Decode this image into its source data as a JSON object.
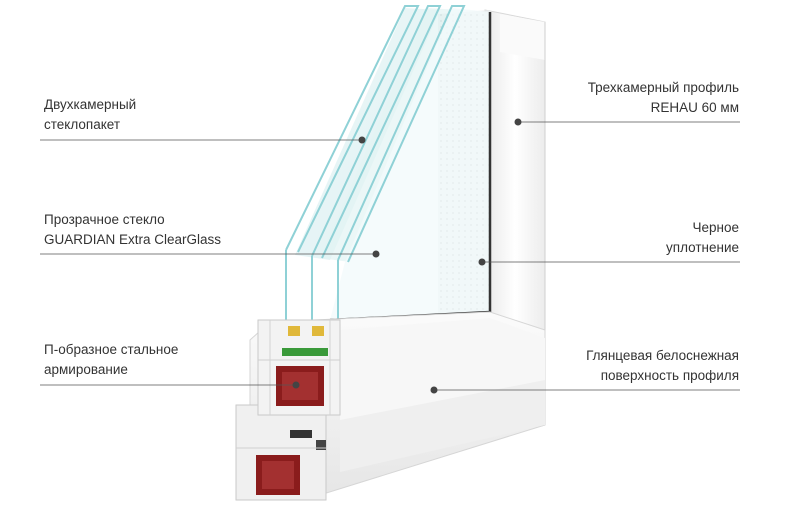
{
  "callouts": {
    "double_glazing": {
      "lines": [
        "Двухкамерный",
        "стеклопакет"
      ]
    },
    "clear_glass": {
      "lines": [
        "Прозрачное стекло",
        "GUARDIAN Extra ClearGlass"
      ]
    },
    "steel_reinforcement": {
      "lines": [
        "П-образное стальное",
        "армирование"
      ]
    },
    "profile": {
      "lines": [
        "Трехкамерный профиль",
        "REHAU 60 мм"
      ]
    },
    "seal": {
      "lines": [
        "Черное",
        "уплотнение"
      ]
    },
    "surface": {
      "lines": [
        "Глянцевая белоснежная",
        "поверхность профиля"
      ]
    }
  },
  "colors": {
    "label_text": "#333333",
    "leader_line": "#555555",
    "leader_dot": "#444444",
    "glass_tint": "#cfe9ec",
    "glass_edge": "#8fd1d6",
    "frame_white": "#f4f4f4",
    "reinforcement_red": "#8a1c1c",
    "seal_green": "#3a9a3a",
    "spacer_yellow": "#e0b83a"
  }
}
